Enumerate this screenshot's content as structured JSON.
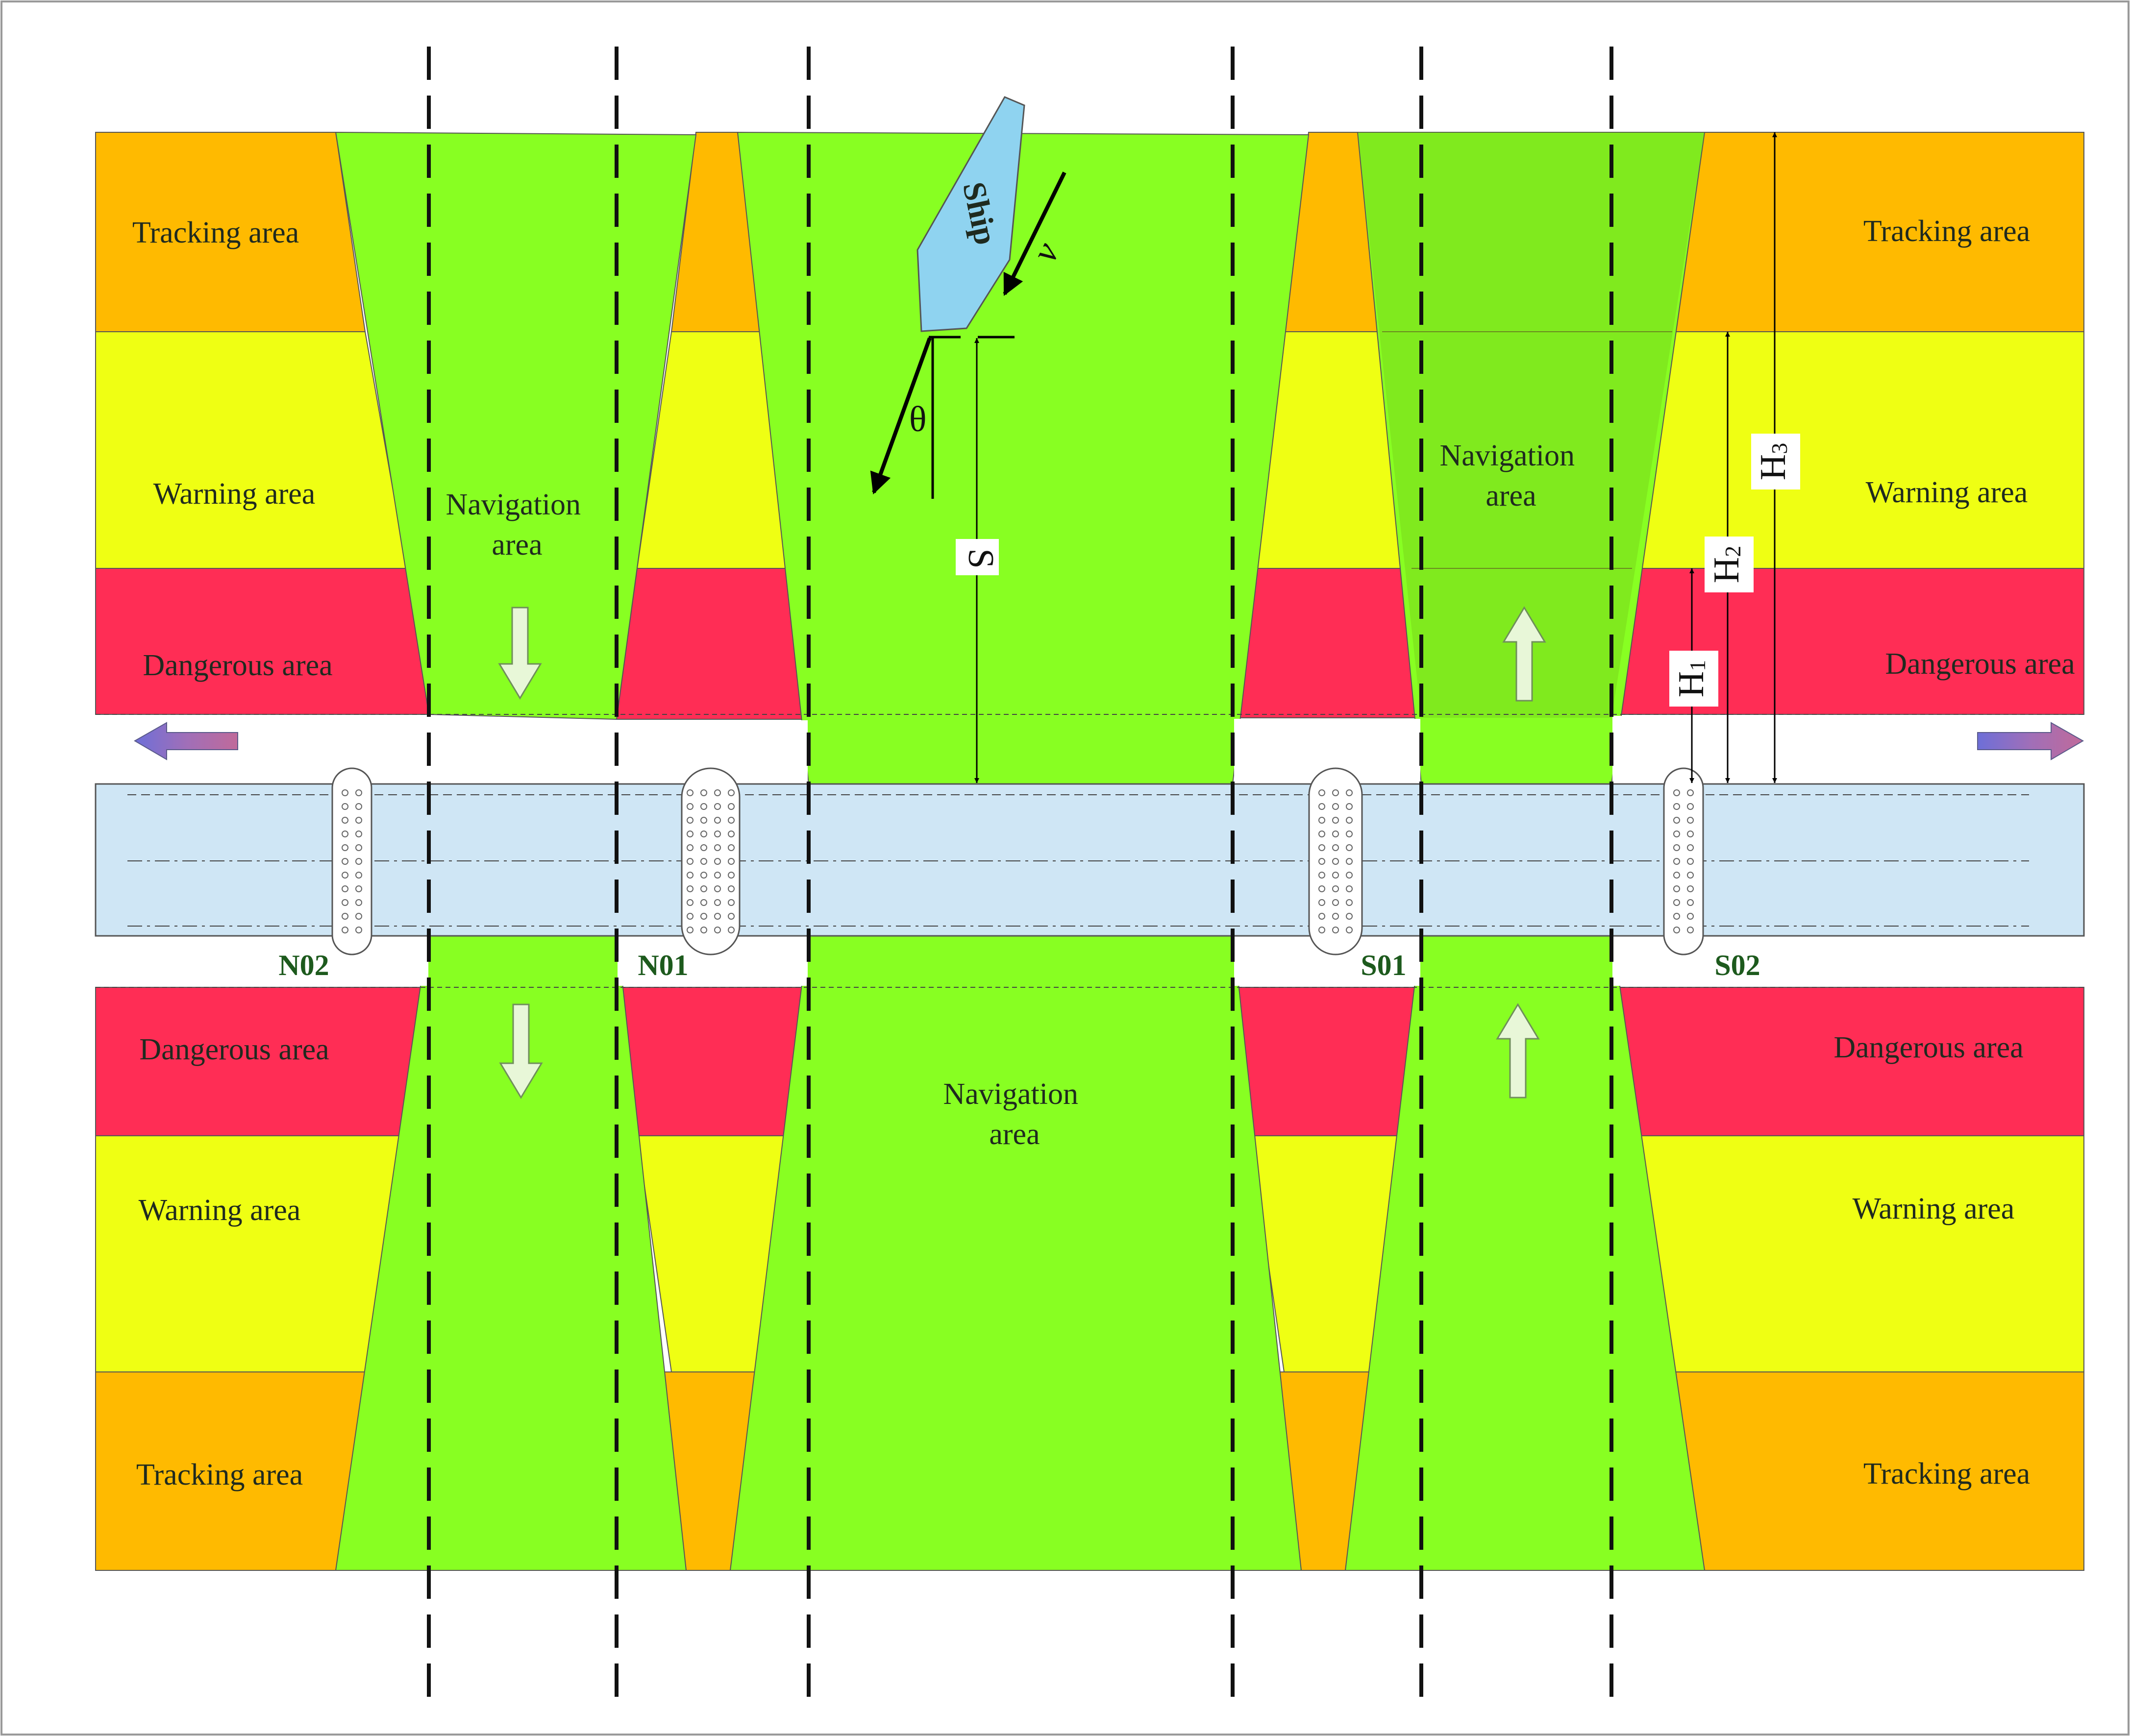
{
  "areas": {
    "tracking": "Tracking area",
    "warning": "Warning area",
    "dangerous": "Dangerous area",
    "navigation_line1": "Navigation",
    "navigation_line2": "area"
  },
  "piers": [
    "N02",
    "N01",
    "S01",
    "S02"
  ],
  "ship": {
    "label": "Ship",
    "velocity": "v",
    "angle": "θ"
  },
  "distances": {
    "s": "S",
    "h1": "H",
    "h1_sub": "1",
    "h2": "H",
    "h2_sub": "2",
    "h3": "H",
    "h3_sub": "3"
  },
  "colors": {
    "tracking": "#FFBA00",
    "warning": "#EFFF13",
    "dangerous": "#FF2D55",
    "navigation": "#88FF22",
    "bridge": "#CFE6F5",
    "ship": "#8FD3F0"
  }
}
